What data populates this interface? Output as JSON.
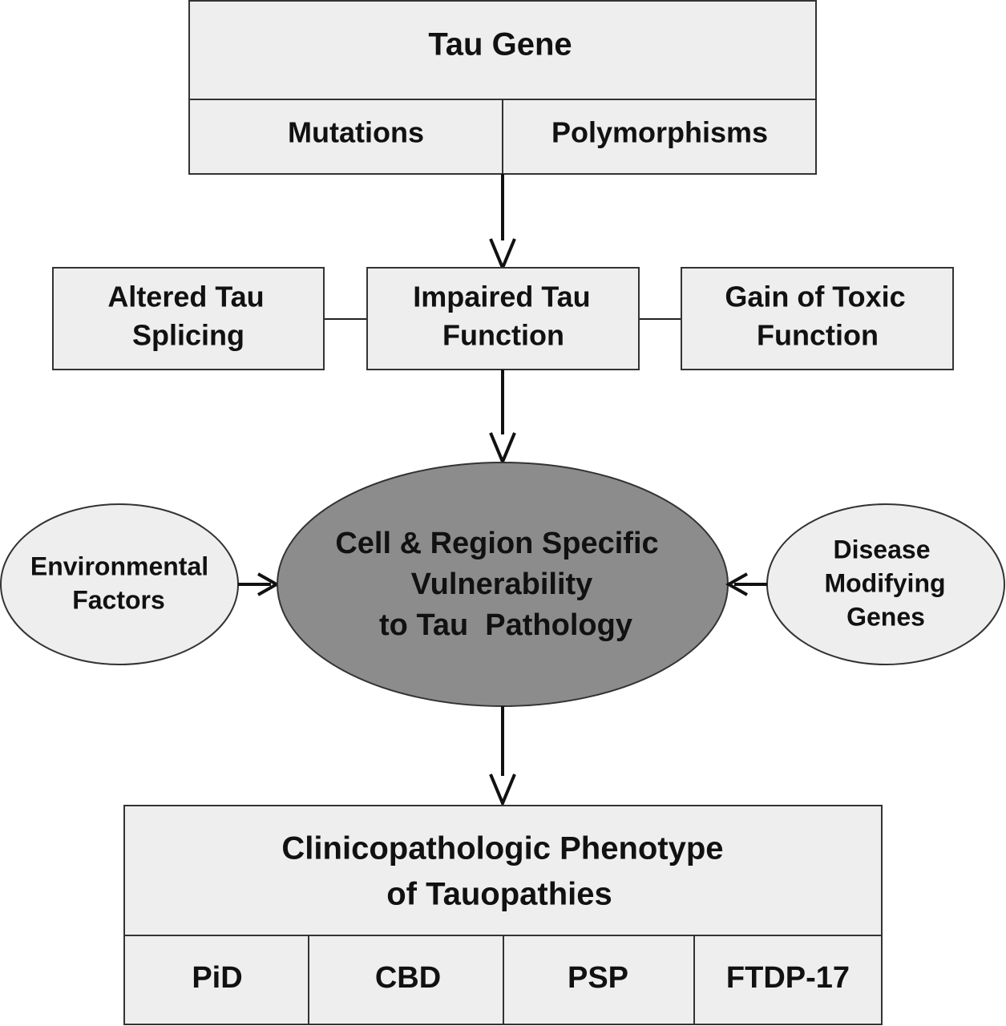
{
  "tau_gene": {
    "title": "Tau Gene",
    "mutations": "Mutations",
    "polymorphisms": "Polymorphisms"
  },
  "middle_row": {
    "altered_splicing": [
      "Altered Tau",
      "Splicing"
    ],
    "impaired_function": [
      "Impaired Tau",
      "Function"
    ],
    "gain_toxic": [
      "Gain of Toxic",
      "Function"
    ]
  },
  "center": {
    "vulnerability": [
      "Cell & Region Specific",
      "Vulnerability",
      "to Tau  Pathology"
    ],
    "environmental": [
      "Environmental",
      "Factors"
    ],
    "disease_modifying": [
      "Disease",
      "Modifying",
      "Genes"
    ]
  },
  "phenotype": {
    "title": [
      "Clinicopathologic Phenotype",
      "of Tauopathies"
    ],
    "diseases": [
      "PiD",
      "CBD",
      "PSP",
      "FTDP-17"
    ]
  },
  "colors": {
    "box_fill": "#eeeeee",
    "center_fill": "#8c8c8c",
    "stroke": "#333333"
  }
}
